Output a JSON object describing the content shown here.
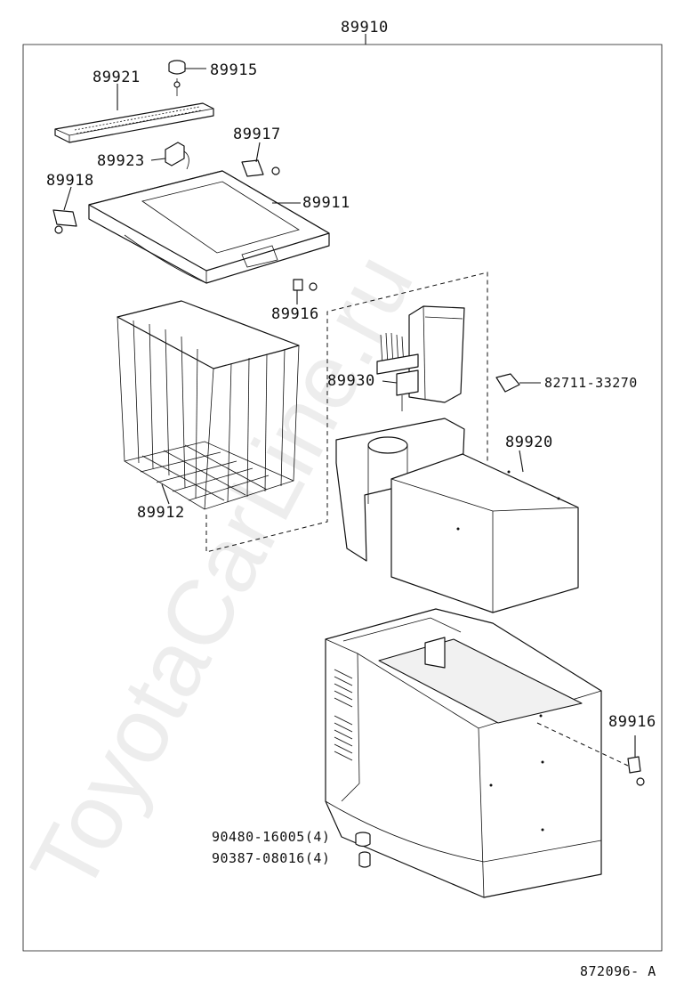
{
  "watermark": "ToyotaCarLine.ru",
  "diagram_code": "872096- A",
  "labels": {
    "assembly": "89910",
    "p89921": "89921",
    "p89915": "89915",
    "p89917": "89917",
    "p89923": "89923",
    "p89918": "89918",
    "p89911": "89911",
    "p89916_top": "89916",
    "p89930": "89930",
    "p82711": "82711-33270",
    "p89920": "89920",
    "p89912": "89912",
    "p89916_side": "89916",
    "p90480": "90480-16005(4)",
    "p90387": "90387-08016(4)"
  }
}
